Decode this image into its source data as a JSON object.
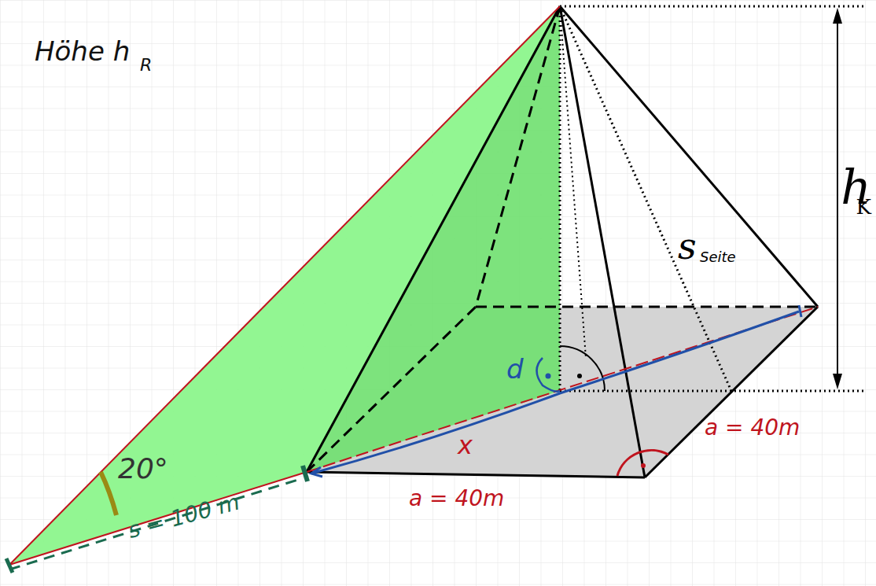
{
  "diagram": {
    "labels": [
      "Höhe h",
      "R",
      "h",
      "K",
      "s",
      "Seite",
      "d",
      "x",
      "a = 40m",
      "a = 40m",
      "20°",
      "s = 100 m"
    ]
  }
}
